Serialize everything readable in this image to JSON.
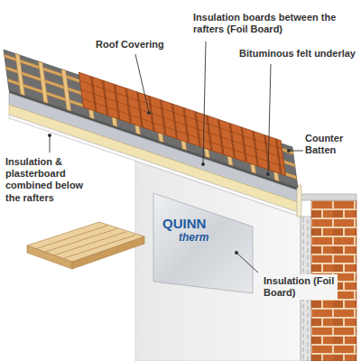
{
  "diagram": {
    "labels": [
      "Roof Covering",
      "Insulation boards between the rafters (Foil Board)",
      "Bituminous felt underlay",
      "Counter Batten",
      "Insulation & plasterboard combined below the rafters",
      "Insulation (Foil Board)",
      "QUINN",
      "therm"
    ]
  }
}
